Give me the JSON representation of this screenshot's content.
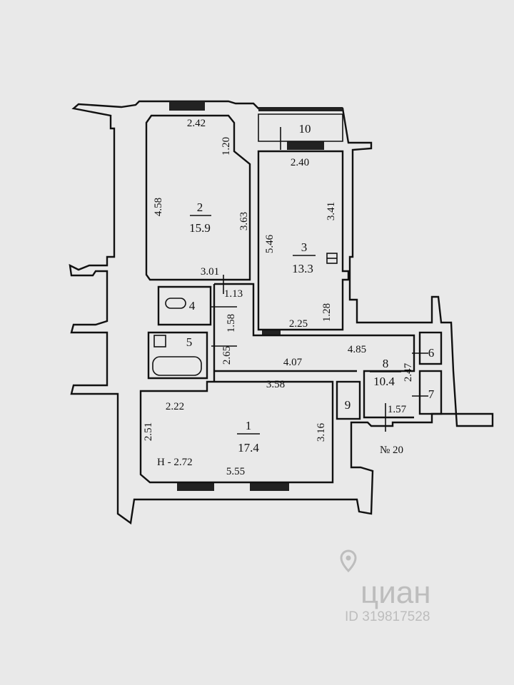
{
  "rooms": [
    {
      "number": "1",
      "area": "17.4"
    },
    {
      "number": "2",
      "area": "15.9"
    },
    {
      "number": "3",
      "area": "13.3"
    },
    {
      "number": "4"
    },
    {
      "number": "5"
    },
    {
      "number": "6"
    },
    {
      "number": "7"
    },
    {
      "number": "8",
      "area": "10.4"
    },
    {
      "number": "9"
    },
    {
      "number": "10"
    }
  ],
  "dimensions": {
    "d_2_42": "2.42",
    "d_1_20": "1.20",
    "d_4_58": "4.58",
    "d_3_63": "3.63",
    "d_3_01": "3.01",
    "d_1_13": "1.13",
    "d_1_58": "1.58",
    "d_2_65": "2.65",
    "d_2_40": "2.40",
    "d_3_41": "3.41",
    "d_5_46": "5.46",
    "d_1_28": "1.28",
    "d_2_25": "2.25",
    "d_4_85": "4.85",
    "d_4_07": "4.07",
    "d_3_58": "3.58",
    "d_2_47": "2.47",
    "d_1_57": "1.57",
    "d_2_22": "2.22",
    "d_2_51": "2.51",
    "d_3_16": "3.16",
    "d_5_55": "5.55"
  },
  "ceiling_height": "H - 2.72",
  "apartment_label": "№ 20",
  "watermark": {
    "brand": "циан",
    "id": "ID 319817528"
  }
}
